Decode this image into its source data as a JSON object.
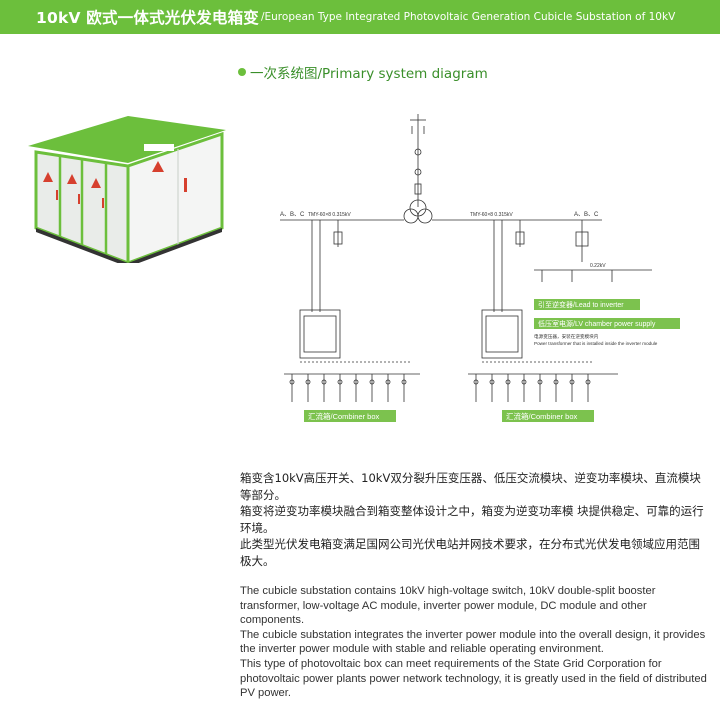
{
  "header": {
    "title_cn": "10kV 欧式一体式光伏发电箱变",
    "title_en": "/European Type Integrated Photovoltaic Generation Cubicle Substation of 10kV"
  },
  "section": {
    "title": "一次系统图/Primary system diagram"
  },
  "diagram": {
    "bus_left": "A、B、C",
    "bus_right": "A、B、C",
    "transformer_label_left": "TMY-60×8  0.315kV",
    "transformer_label_right": "TMY-60×8  0.315kV",
    "voltage_220": "0.22kV",
    "combiner_left": "汇流箱/Combiner box",
    "combiner_right": "汇流箱/Combiner box",
    "lead_inverter": "引至逆变器/Lead to inverter",
    "lv_power": "低压室电源/LV chamber power supply",
    "note_cn": "电源变压器，安装在逆变模块内",
    "note_en": "Power transformer that is installed inside the inverter module"
  },
  "description_cn": [
    "箱变含10kV高压开关、10kV双分裂升压变压器、低压交流模块、逆变功率模块、直流模块等部分。",
    "箱变将逆变功率模块融合到箱变整体设计之中，箱变为逆变功率模 块提供稳定、可靠的运行环境。",
    "此类型光伏发电箱变满足国网公司光伏电站并网技术要求，在分布式光伏发电领域应用范围极大。"
  ],
  "description_en": [
    "The cubicle substation contains 10kV high-voltage switch, 10kV double-split booster transformer, low-voltage AC module, inverter power module, DC module and other components.",
    "The cubicle substation integrates the inverter power module into the overall design, it provides the inverter power module with stable and reliable operating environment.",
    "This type of photovoltaic box can meet requirements of the State Grid Corporation for photovoltaic power plants power network technology, it is greatly used in the field of distributed PV power."
  ],
  "colors": {
    "brand_green": "#6cbf3c",
    "label_green": "#7cc24e",
    "warning_red": "#d6402e"
  }
}
